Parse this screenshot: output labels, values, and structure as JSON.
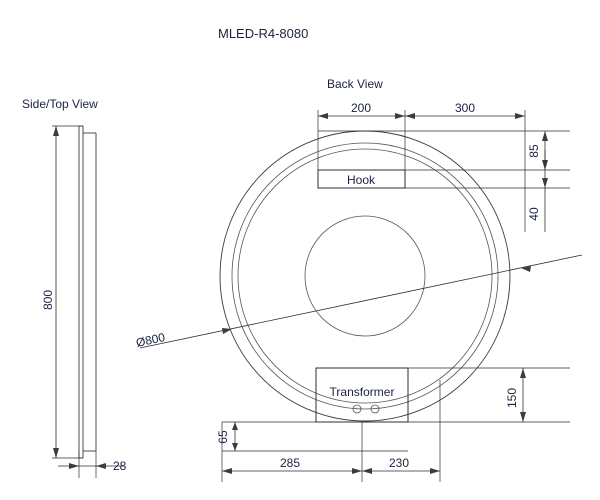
{
  "drawing": {
    "title": "MLED-R4-8080",
    "views": {
      "side_top": "Side/Top View",
      "back": "Back View"
    },
    "components": {
      "hook": "Hook",
      "transformer": "Transformer"
    },
    "dimensions": {
      "side_height": "800",
      "side_depth": "28",
      "back_top_left": "200",
      "back_top_right": "300",
      "hook_offset_top": "85",
      "hook_height": "40",
      "diameter": "Ø800",
      "transformer_height": "150",
      "transformer_offset_bottom": "65",
      "back_bottom_left": "285",
      "back_bottom_right": "230"
    }
  }
}
